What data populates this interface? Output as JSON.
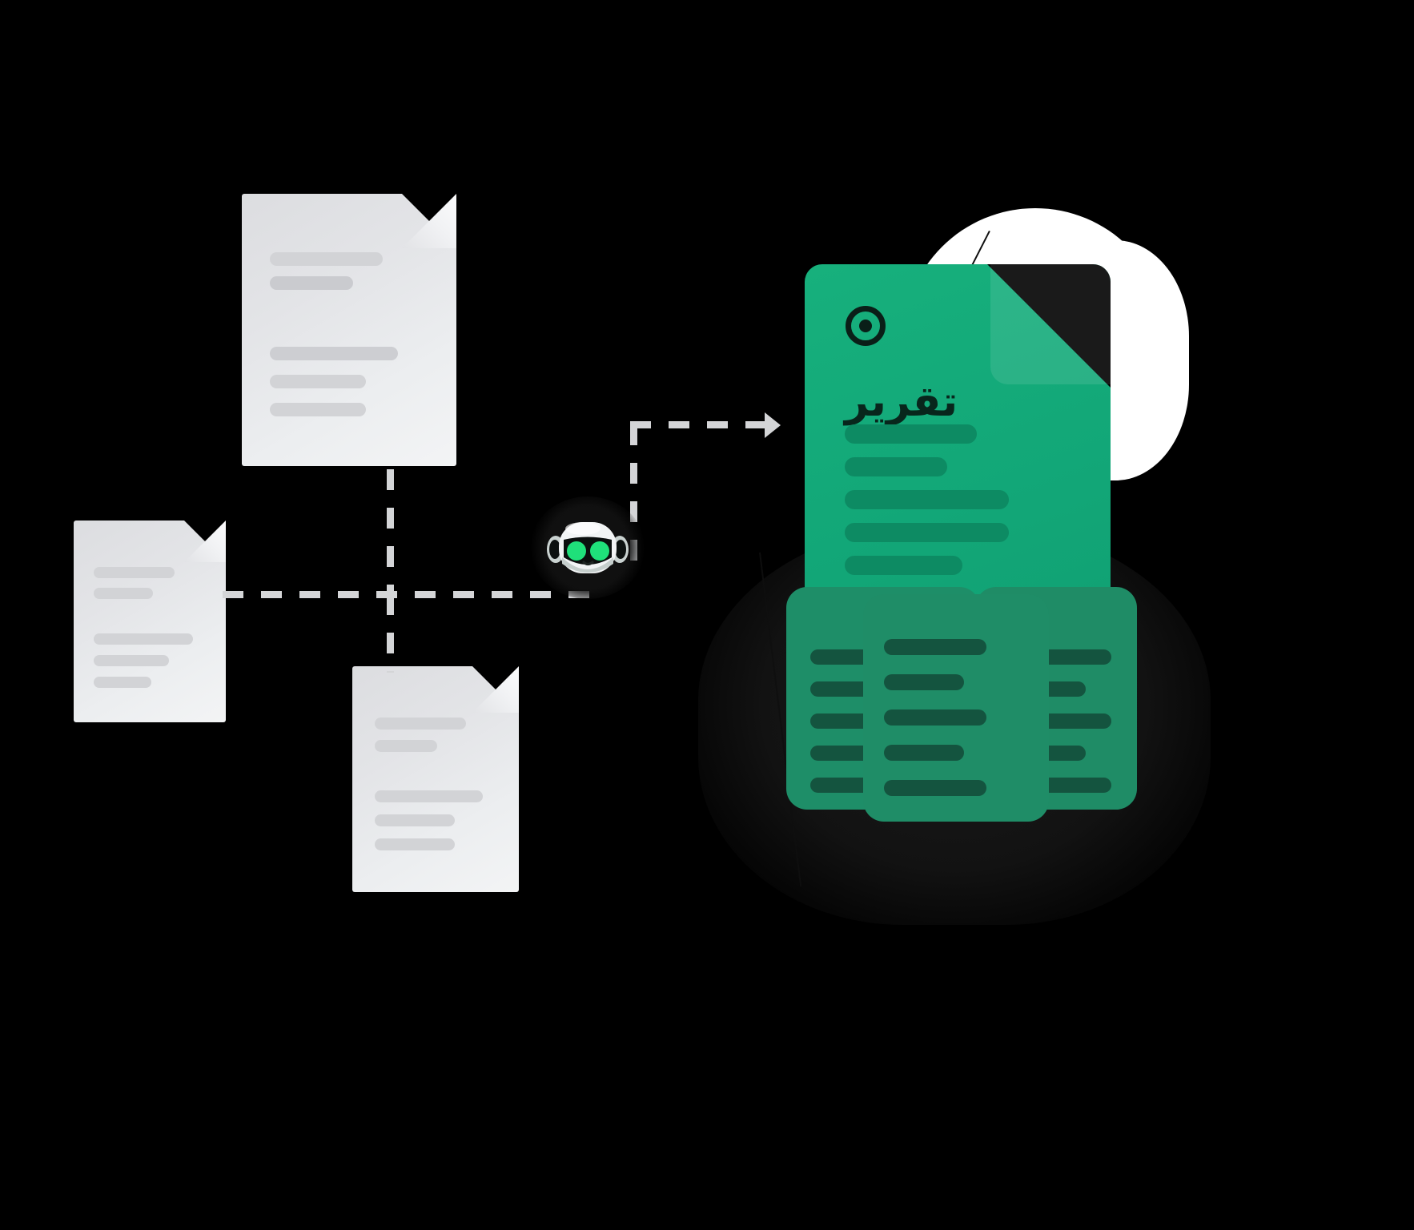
{
  "scene": {
    "title": "AI document aggregation to report",
    "background_color": "#000000",
    "accent_green": "#12a677",
    "dark_green": "#0d8b63",
    "card_green": "#1f8d67",
    "card_line_green": "#14543f",
    "grey_doc_fill": "#e7e8ea",
    "grey_line": "#d2d3d6",
    "dash_color": "#d4d5d7"
  },
  "source_documents": [
    {
      "id": "doc-top",
      "name": "source-document-top",
      "line_count": 5,
      "has_folded_corner": true
    },
    {
      "id": "doc-left",
      "name": "source-document-left",
      "line_count": 4,
      "has_folded_corner": true
    },
    {
      "id": "doc-bottom",
      "name": "source-document-bottom",
      "line_count": 5,
      "has_folded_corner": true
    }
  ],
  "agent": {
    "name": "ai-robot-agent",
    "eye_color": "#1fe07a",
    "face_color": "#f2f4f5",
    "visor_color": "#0b0f0e"
  },
  "connectors": {
    "arrow_direction": "right",
    "style": "dashed"
  },
  "report": {
    "title_ar": "تقرير",
    "icon": "target-circle-icon",
    "body_line_count": 5,
    "has_folded_corner": true
  },
  "result_cards": [
    {
      "name": "result-card-left",
      "line_count": 5
    },
    {
      "name": "result-card-right",
      "line_count": 5
    },
    {
      "name": "result-card-front",
      "line_count": 5
    }
  ]
}
